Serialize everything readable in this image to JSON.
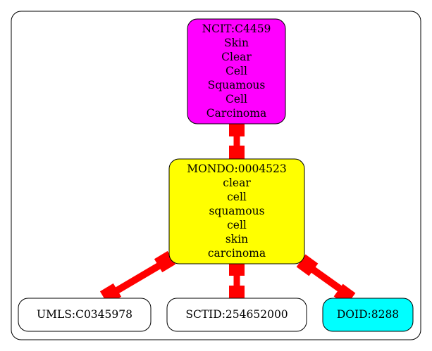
{
  "nodes": [
    {
      "id": "ncit",
      "lines": [
        "NCIT:C4459",
        "Skin",
        "Clear",
        "Cell",
        "Squamous",
        "Cell",
        "Carcinoma"
      ],
      "fill": "#ff00ff"
    },
    {
      "id": "mondo",
      "lines": [
        "MONDO:0004523",
        "clear",
        "cell",
        "squamous",
        "cell",
        "skin",
        "carcinoma"
      ],
      "fill": "#ffff00"
    },
    {
      "id": "umls",
      "lines": [
        "UMLS:C0345978"
      ],
      "fill": "#ffffff"
    },
    {
      "id": "sctid",
      "lines": [
        "SCTID:254652000"
      ],
      "fill": "#ffffff"
    },
    {
      "id": "doid",
      "lines": [
        "DOID:8288"
      ],
      "fill": "#00ffff"
    }
  ],
  "edges": [
    {
      "from": "ncit",
      "to": "mondo",
      "color": "#ff0000"
    },
    {
      "from": "mondo",
      "to": "umls",
      "color": "#ff0000"
    },
    {
      "from": "mondo",
      "to": "sctid",
      "color": "#ff0000"
    },
    {
      "from": "mondo",
      "to": "doid",
      "color": "#ff0000"
    }
  ]
}
